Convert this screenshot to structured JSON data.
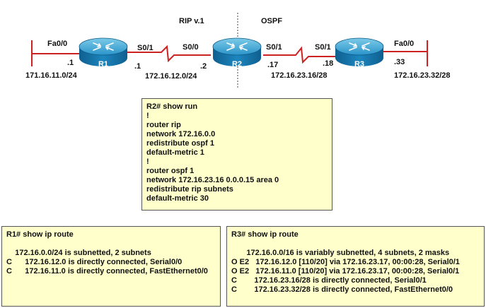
{
  "divider": {
    "left_protocol": "RIP v.1",
    "right_protocol": "OSPF"
  },
  "routers": [
    {
      "label": "R1"
    },
    {
      "label": "R2"
    },
    {
      "label": "R3"
    }
  ],
  "interfaces": {
    "r1_fa00": "Fa0/0",
    "r1_s01": "S0/1",
    "r2_s00": "S0/0",
    "r2_s01": "S0/1",
    "r3_s01": "S0/1",
    "r3_fa00": "Fa0/0"
  },
  "host_ids": {
    "r1_fa": ".1",
    "r1_s": ".1",
    "r2_s00": ".2",
    "r2_s01": ".17",
    "r3_s": ".18",
    "r3_fa": ".33"
  },
  "networks": {
    "lan_r1": "171.16.11.0/24",
    "r1_r2": "172.16.12.0/24",
    "r2_r3": "172.16.23.16/28",
    "lan_r3": "172.16.23.32/28"
  },
  "r2_config": {
    "lines": [
      "R2# show run",
      "!",
      "router rip",
      "network 172.16.0.0",
      "redistribute ospf 1",
      "default-metric 1",
      "!",
      "router ospf 1",
      "network 172.16.23.16 0.0.0.15 area 0",
      "redistribute rip subnets",
      "default-metric 30"
    ]
  },
  "r1_routes": {
    "lines": [
      "R1# show ip route",
      "",
      "    172.16.0.0/24 is subnetted, 2 subnets",
      "C      172.16.12.0 is directly connected, Serial0/0",
      "C      172.16.11.0 is directly connected, FastEthernet0/0"
    ]
  },
  "r3_routes": {
    "lines": [
      "R3# show ip route",
      "",
      "       172.16.0.0/16 is variably subnetted, 4 subnets, 2 masks",
      "O E2   172.16.12.0 [110/20] via 172.16.23.17, 00:00:28, Serial0/1",
      "O E2   172.16.11.0 [110/20] via 172.16.23.17, 00:00:28, Serial0/1",
      "C        172.16.23.16/28 is directly connected, Serial0/1",
      "C        172.16.23.32/28 is directly connected, FastEthernet0/0"
    ]
  },
  "colors": {
    "router_body": "#1a7fb8",
    "router_top": "#4fb3dc",
    "link": "#cc2222",
    "box_fill": "#ffffcc"
  }
}
